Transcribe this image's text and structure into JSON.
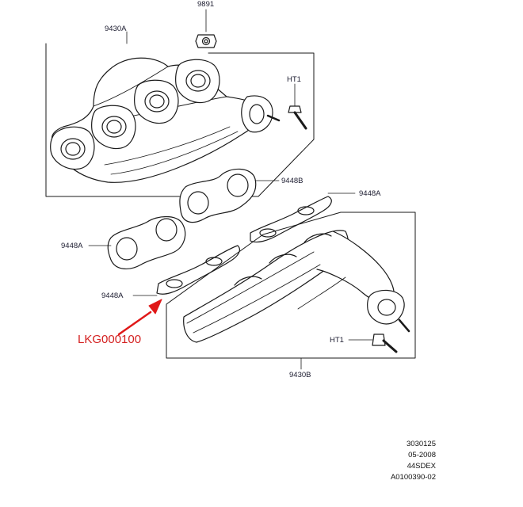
{
  "labels": {
    "nut": "9891",
    "manifold_top": "9430A",
    "bolt_top": "HT1",
    "gasket_b": "9448B",
    "gasket_a_right": "9448A",
    "gasket_a_left": "9448A",
    "gasket_a_lower": "9448A",
    "bolt_bottom": "HT1",
    "manifold_bottom": "9430B"
  },
  "callout": "LKG000100",
  "meta": [
    "3030125",
    "05-2008",
    "44SDEX",
    "A0100390-02"
  ],
  "colors": {
    "line": "#1a1a1a",
    "callout": "#d42020",
    "arrow": "#e01818",
    "fill": "#ffffff"
  }
}
